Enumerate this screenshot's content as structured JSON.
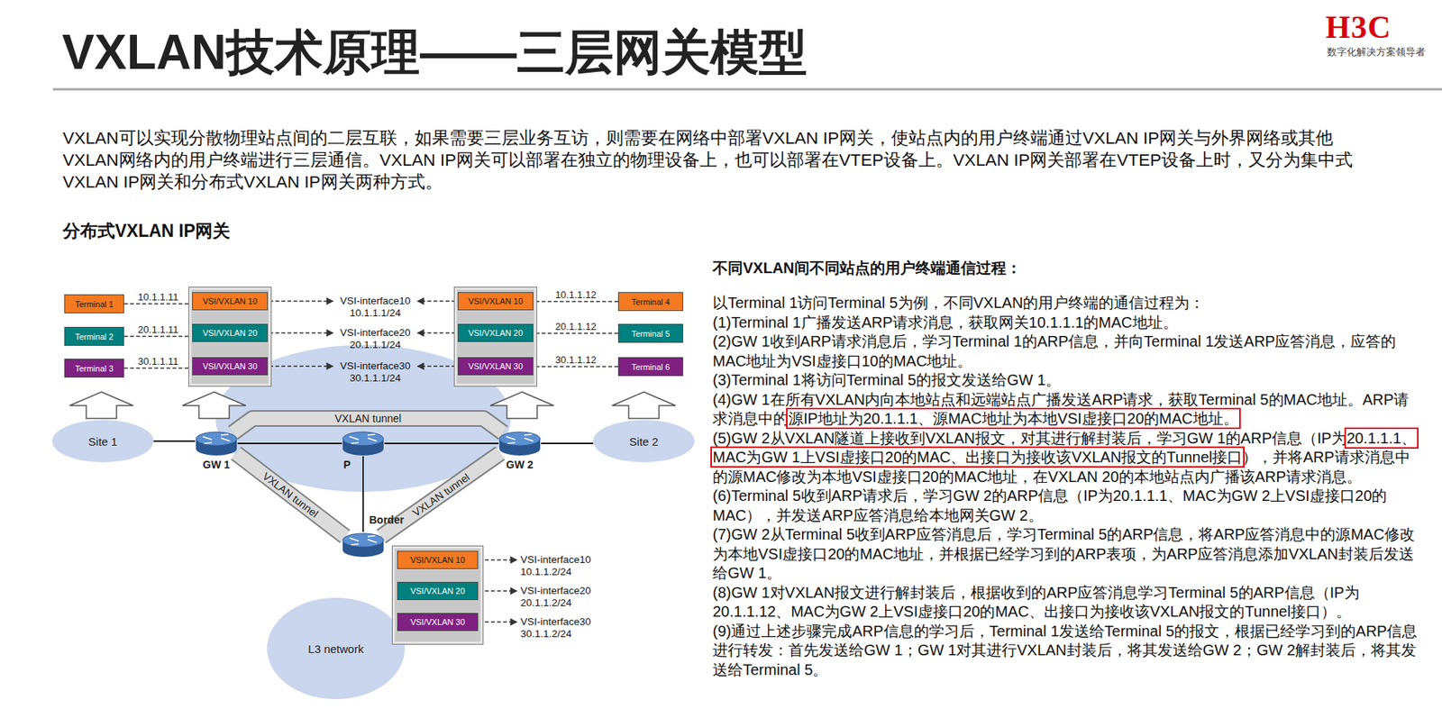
{
  "diagram": {
    "title": "VXLAN技术原理——三层网关模型",
    "nodes": [
      {
        "text": [
          "Terminal 1"
        ]
      },
      {
        "text": [
          "Terminal 2"
        ]
      },
      {
        "text": [
          "Terminal 3"
        ]
      },
      {
        "text": [
          "VSI/VXLAN 10"
        ]
      },
      {
        "text": [
          "VSI/VXLAN 20"
        ]
      },
      {
        "text": [
          "VSI/VXLAN 30"
        ]
      },
      {
        "text": [
          "VSI/VXLAN 10"
        ]
      },
      {
        "text": [
          "VSI/VXLAN 20"
        ]
      },
      {
        "text": [
          "VSI/VXLAN 30"
        ]
      },
      {
        "text": [
          "Terminal 4"
        ]
      },
      {
        "text": [
          "Terminal 5"
        ]
      },
      {
        "text": [
          "Terminal 6"
        ]
      },
      {
        "text": [
          "Site 1"
        ]
      },
      {
        "text": [
          "GW 1"
        ]
      },
      {
        "text": [
          "P"
        ]
      },
      {
        "text": [
          "GW 2"
        ]
      },
      {
        "text": [
          "Site 2"
        ]
      },
      {
        "text": [
          "Border"
        ]
      },
      {
        "text": [
          "VSI/VXLAN 10"
        ]
      },
      {
        "text": [
          "VSI/VXLAN 20"
        ]
      },
      {
        "text": [
          "VSI/VXLAN 30"
        ]
      },
      {
        "text": [
          "L3 network"
        ]
      }
    ],
    "edges": [
      {
        "from": 0,
        "to": 3,
        "arrow": "none",
        "label": "10.1.1.11"
      },
      {
        "from": 1,
        "to": 4,
        "arrow": "none",
        "label": "20.1.1.11"
      },
      {
        "from": 2,
        "to": 5,
        "arrow": "none",
        "label": "30.1.1.11"
      },
      {
        "from": 9,
        "to": 6,
        "arrow": "none",
        "label": "10.1.1.12"
      },
      {
        "from": 10,
        "to": 7,
        "arrow": "none",
        "label": "20.1.1.12"
      },
      {
        "from": 11,
        "to": 8,
        "arrow": "none",
        "label": "30.1.1.12"
      },
      {
        "from": 12,
        "to": 13,
        "arrow": "none"
      },
      {
        "from": 13,
        "to": 14,
        "arrow": "none"
      },
      {
        "from": 14,
        "to": 15,
        "arrow": "none"
      },
      {
        "from": 15,
        "to": 16,
        "arrow": "none"
      },
      {
        "from": 14,
        "to": 17,
        "arrow": "none"
      },
      {
        "from": 13,
        "to": 15,
        "arrow": "none",
        "label": "VXLAN tunnel"
      },
      {
        "from": 13,
        "to": 17,
        "arrow": "none",
        "label": "VXLAN tunnel"
      },
      {
        "from": 15,
        "to": 17,
        "arrow": "none",
        "label": "VXLAN tunnel"
      }
    ],
    "labels": [
      "H3C",
      "数字化解决方案领导者",
      "VXLAN可以实现分散物理站点间的二层互联，如果需要三层业务互访，则需要在网络中部署VXLAN IP网关，使站点内的用户终端通过VXLAN IP网关与外界网络或其他VXLAN网络内的用户终端进行三层通信。VXLAN IP网关可以部署在独立的物理设备上，也可以部署在VTEP设备上。VXLAN IP网关部署在VTEP设备上时，又分为集中式VXLAN IP网关和分布式VXLAN IP网关两种方式。",
      "分布式VXLAN IP网关",
      "VSI-interface10",
      "10.1.1.1/24",
      "VSI-interface20",
      "20.1.1.1/24",
      "VSI-interface30",
      "30.1.1.1/24",
      "VSI-interface10",
      "10.1.1.2/24",
      "VSI-interface20",
      "20.1.1.2/24",
      "VSI-interface30",
      "30.1.1.2/24",
      "不同VXLAN间不同站点的用户终端通信过程：",
      "以Terminal 1访问Terminal 5为例，不同VXLAN的用户终端的通信过程为：",
      "(1)Terminal 1广播发送ARP请求消息，获取网关10.1.1.1的MAC地址。",
      "(2)GW 1收到ARP请求消息后，学习Terminal 1的ARP信息，并向Terminal 1发送ARP应答消息，应答的MAC地址为VSI虚接口10的MAC地址。",
      "(3)Terminal 1将访问Terminal 5的报文发送给GW 1。",
      "(4)GW 1在所有VXLAN内向本地站点和远端站点广播发送ARP请求，获取Terminal 5的MAC地址。ARP请求消息中的",
      "源IP地址为20.1.1.1、源MAC地址为本地VSI虚接口20的MAC地址。",
      "(5)GW 2从VXLAN隧道上接收到VXLAN报文，对其进行解封装后，学习GW 1的ARP信息（IP为",
      "20.1.1.1、MAC为GW 1上VSI虚接口20的MAC、出接口为接收该VXLAN报文的Tunnel接口",
      "），并将ARP请求消息中的源MAC修改为本地VSI虚接口20的MAC地址，在VXLAN 20的本地站点内广播该ARP请求消息。",
      "(6)Terminal 5收到ARP请求后，学习GW 2的ARP信息（IP为20.1.1.1、MAC为GW 2上VSI虚接口20的MAC），并发送ARP应答消息给本地网关GW 2。",
      "(7)GW 2从Terminal 5收到ARP应答消息后，学习Terminal 5的ARP信息，将ARP应答消息中的源MAC修改为本地VSI虚接口20的MAC地址，并根据已经学习到的ARP表项，为ARP应答消息添加VXLAN封装后发送给GW 1。",
      "(8)GW 1对VXLAN报文进行解封装后，根据收到的ARP应答消息学习Terminal 5的ARP信息（IP为20.1.1.12、MAC为GW 2上VSI虚接口20的MAC、出接口为接收该VXLAN报文的Tunnel接口）。",
      "(9)通过上述步骤完成ARP信息的学习后，Terminal 1发送给Terminal 5的报文，根据已经学习到的ARP信息进行转发：首先发送给GW 1；GW 1对其进行VXLAN封装后，将其发送给GW 2；GW 2解封装后，将其发送给Terminal 5。"
    ]
  }
}
